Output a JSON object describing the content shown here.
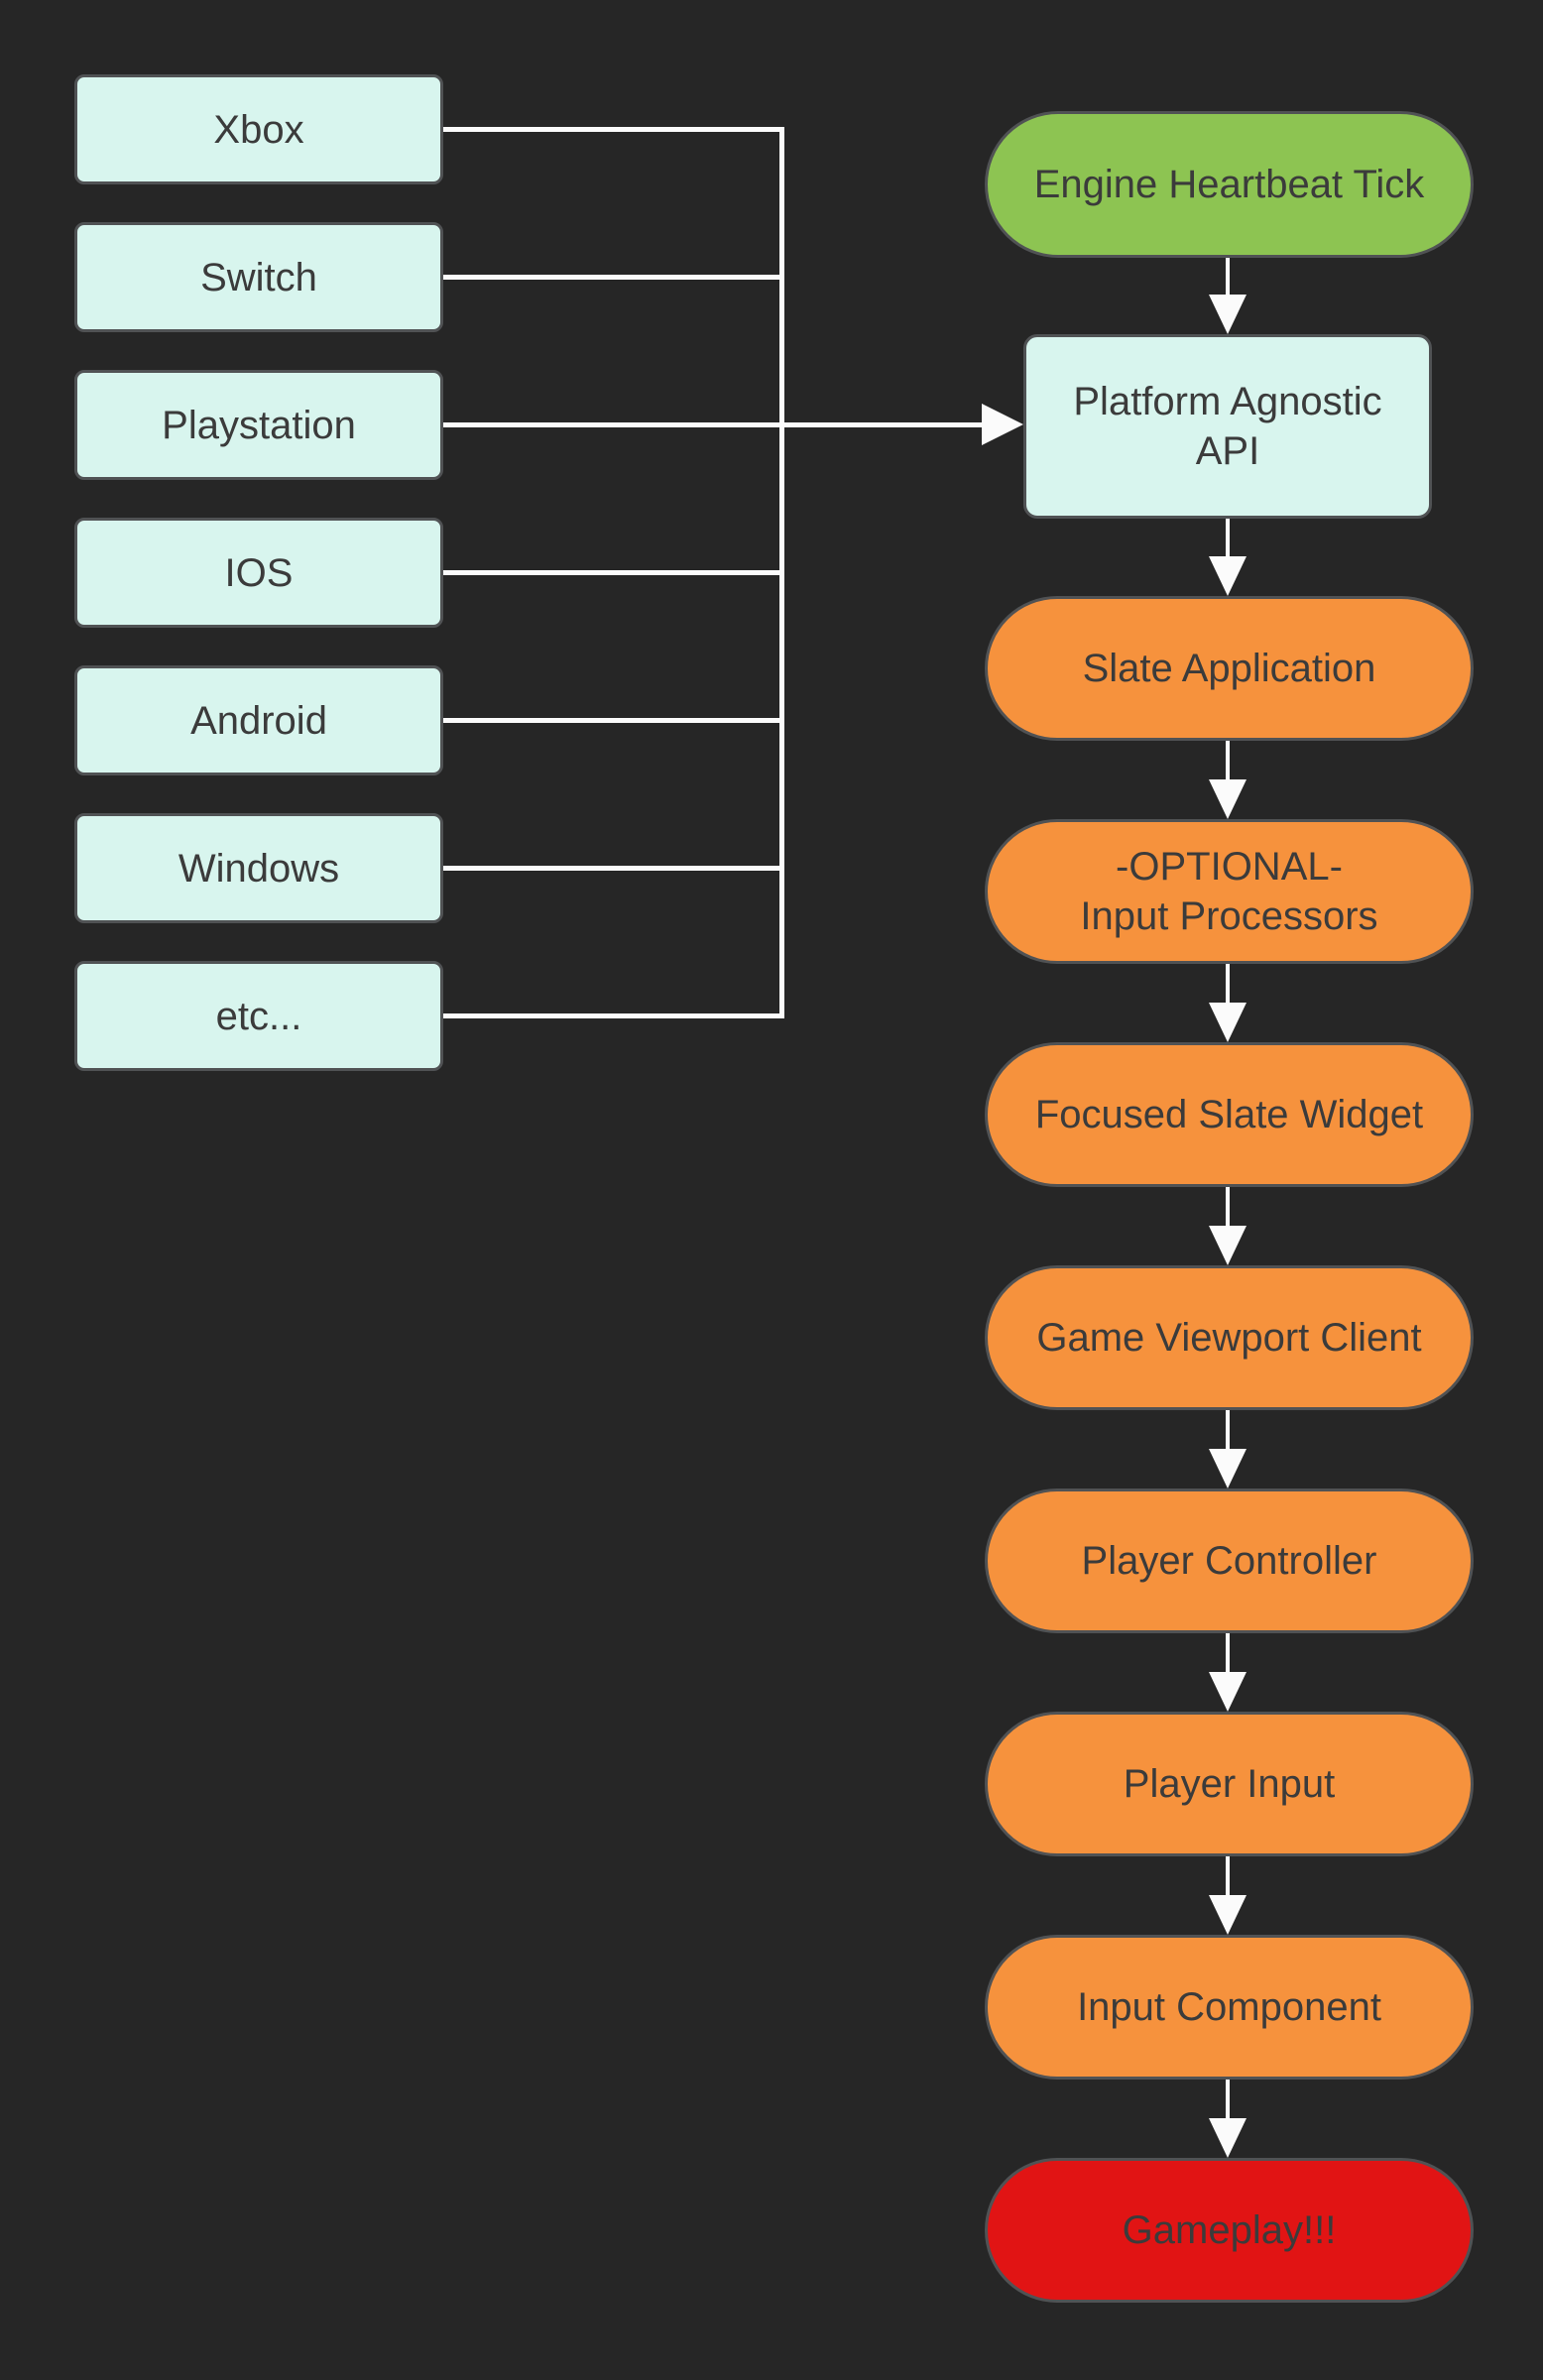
{
  "colors": {
    "background": "#262626",
    "platform-fill": "#d8f5ee",
    "start-fill": "#8dc452",
    "process-fill": "#f6923d",
    "end-fill": "#e11414",
    "node-border": "#505254",
    "node-text": "#3b3b3b",
    "connector": "#fbfbfb"
  },
  "platform_column": {
    "nodes": [
      {
        "label": "Xbox"
      },
      {
        "label": "Switch"
      },
      {
        "label": "Playstation"
      },
      {
        "label": "IOS"
      },
      {
        "label": "Android"
      },
      {
        "label": "Windows"
      },
      {
        "label": "etc..."
      }
    ]
  },
  "flow_column": {
    "nodes": [
      {
        "label": "Engine Heartbeat Tick"
      },
      {
        "label": "Platform Agnostic\nAPI"
      },
      {
        "label": "Slate Application"
      },
      {
        "label": "-OPTIONAL-\nInput Processors"
      },
      {
        "label": "Focused Slate Widget"
      },
      {
        "label": "Game Viewport Client"
      },
      {
        "label": "Player Controller"
      },
      {
        "label": "Player Input"
      },
      {
        "label": "Input Component"
      },
      {
        "label": "Gameplay!!!"
      }
    ]
  }
}
